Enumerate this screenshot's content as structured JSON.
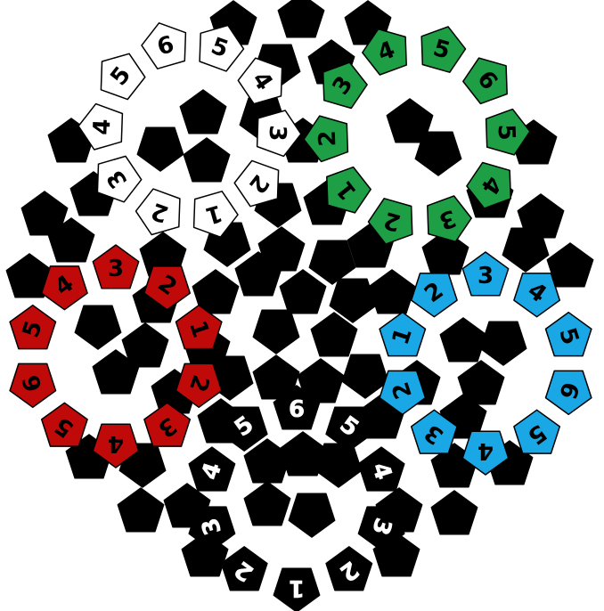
{
  "colors": {
    "background": "#ffffff",
    "filler": "#000000",
    "white_ring": "#ffffff",
    "green_ring": "#1e9e45",
    "blue_ring": "#1aa7e6",
    "red_ring": "#c00a0a",
    "black_ring": "#000000",
    "dark_text": "#000000",
    "light_text": "#ffffff"
  },
  "rings": [
    {
      "name": "white",
      "labels": [
        "6",
        "5",
        "4",
        "3",
        "2",
        "1",
        "2",
        "3",
        "4",
        "5"
      ]
    },
    {
      "name": "green",
      "labels": [
        "5",
        "6",
        "5",
        "4",
        "3",
        "2",
        "1",
        "2",
        "3",
        "4"
      ]
    },
    {
      "name": "red",
      "labels": [
        "3",
        "2",
        "1",
        "2",
        "3",
        "4",
        "5",
        "6",
        "5",
        "4"
      ]
    },
    {
      "name": "blue",
      "labels": [
        "3",
        "4",
        "5",
        "6",
        "5",
        "4",
        "3",
        "2",
        "1",
        "2"
      ]
    },
    {
      "name": "black",
      "labels": [
        "1",
        "2",
        "3",
        "4",
        "5",
        "6",
        "5",
        "4",
        "3",
        "2"
      ]
    }
  ]
}
